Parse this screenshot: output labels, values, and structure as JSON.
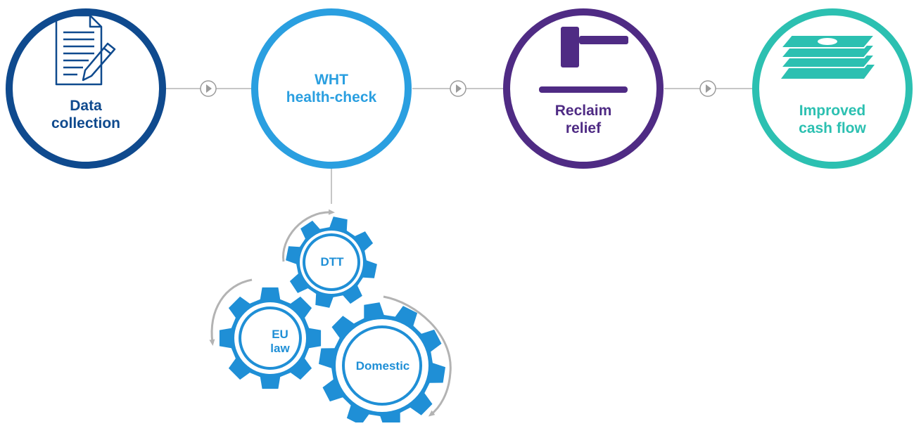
{
  "colors": {
    "data_collection": "#0f4a8e",
    "wht": "#2a9fe0",
    "reclaim": "#4f2b84",
    "cash": "#2cc0b1",
    "gear": "#1f8fd6",
    "connector": "#b3b3b3"
  },
  "steps": [
    {
      "icon": "document-pen-icon",
      "line1": "Data",
      "line2": "collection"
    },
    {
      "icon": "",
      "line1": "WHT",
      "line2": "health-check"
    },
    {
      "icon": "gavel-icon",
      "line1": "Reclaim",
      "line2": "relief"
    },
    {
      "icon": "money-stack-icon",
      "line1": "Improved",
      "line2": "cash flow"
    }
  ],
  "gears": {
    "dtt": "DTT",
    "eu_line1": "EU",
    "eu_line2": "law",
    "domestic": "Domestic"
  }
}
